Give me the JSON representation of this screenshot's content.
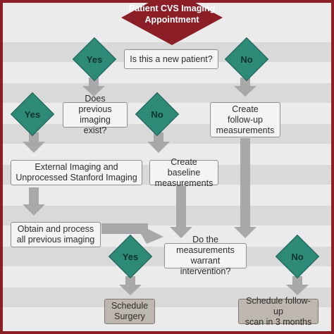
{
  "title": "Patient CVS Imaging\nAppointment",
  "questions": {
    "new_patient": "Is this a new patient?",
    "previous_imaging": "Does previous\nimaging exist?",
    "warrant": "Do the measurements\nwarrant intervention?"
  },
  "answers": {
    "yes": "Yes",
    "no": "No"
  },
  "steps": {
    "create_followup": "Create\nfollow-up\nmeasurements",
    "external_imaging": "External Imaging and\nUnprocessed Stanford Imaging",
    "create_baseline": "Create baseline\nmeasurements",
    "obtain_process": "Obtain and process\nall previous imaging"
  },
  "outcomes": {
    "surgery": "Schedule\nSurgery",
    "followup_scan": "Schedule follow-up\nscan in 3 months"
  },
  "colors": {
    "title_bg": "#8b1e26",
    "decision_fill": "#2c8a77",
    "arrow": "#a8a8a8",
    "outcome_fill": "#bdb7ad"
  }
}
